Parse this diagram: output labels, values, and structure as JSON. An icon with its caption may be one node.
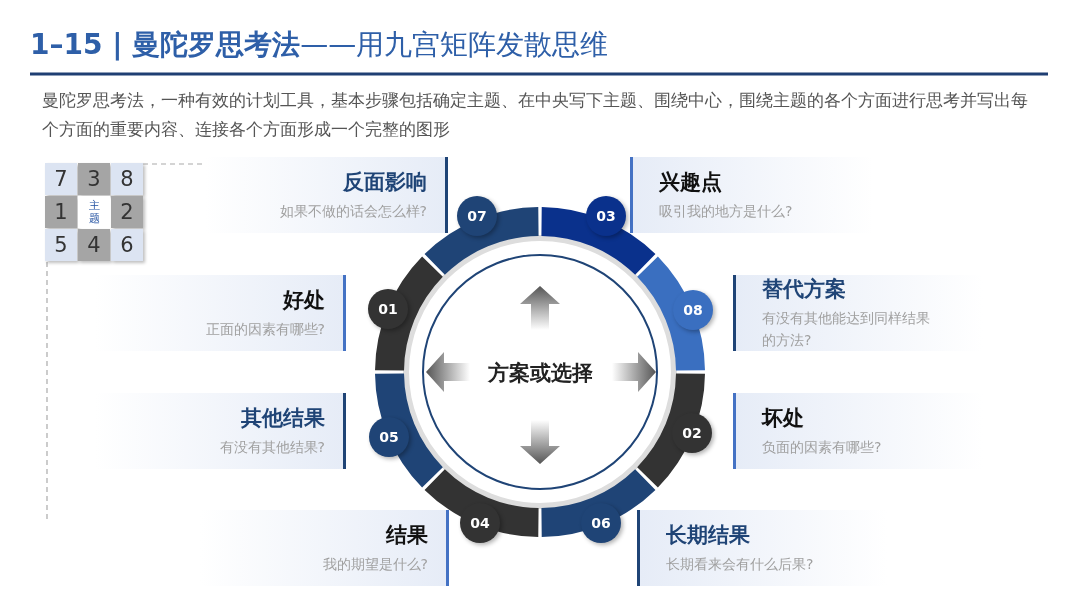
{
  "diagram": {
    "title": "**1–15 | 曼陀罗思考法**——用九宫矩阵发散思维",
    "nodes": [
      {
        "text": [
          "7"
        ]
      },
      {
        "text": [
          "3"
        ]
      },
      {
        "text": [
          "8"
        ]
      },
      {
        "text": [
          "1"
        ]
      },
      {
        "text": [
          "主题"
        ]
      },
      {
        "text": [
          "2"
        ]
      },
      {
        "text": [
          "5"
        ]
      },
      {
        "text": [
          "4"
        ]
      },
      {
        "text": [
          "6"
        ]
      },
      {
        "text": [
          "反面影响",
          "如果不做的话会怎么样?"
        ]
      },
      {
        "text": [
          "兴趣点",
          "吸引我的地方是什么?"
        ]
      },
      {
        "text": [
          "07"
        ]
      },
      {
        "text": [
          "03"
        ]
      },
      {
        "text": [
          "好处",
          "正面的因素有哪些?"
        ]
      },
      {
        "text": [
          "01"
        ]
      },
      {
        "text": [
          "替代方案",
          "有没有其他能达到同样结果的方法?"
        ]
      },
      {
        "text": [
          "08"
        ]
      },
      {
        "text": [
          "方案或选择"
        ]
      },
      {
        "text": [
          "其他结果",
          "有没有其他结果?"
        ]
      },
      {
        "text": [
          "05"
        ]
      },
      {
        "text": [
          "坏处",
          "负面的因素有哪些?"
        ]
      },
      {
        "text": [
          "02"
        ]
      },
      {
        "text": [
          "04"
        ]
      },
      {
        "text": [
          "06"
        ]
      },
      {
        "text": [
          "结果",
          "我的期望是什么?"
        ]
      },
      {
        "text": [
          "长期结果",
          "长期看来会有什么后果?"
        ]
      }
    ],
    "labels": [
      "曼陀罗思考法，一种有效的计划工具，基本步骤包括确定主题、在中央写下主题、围绕中心，围绕主题的各个方面进行思考并写出每个方面的重要内容、连接各个方面形成一个完整的图形"
    ]
  }
}
